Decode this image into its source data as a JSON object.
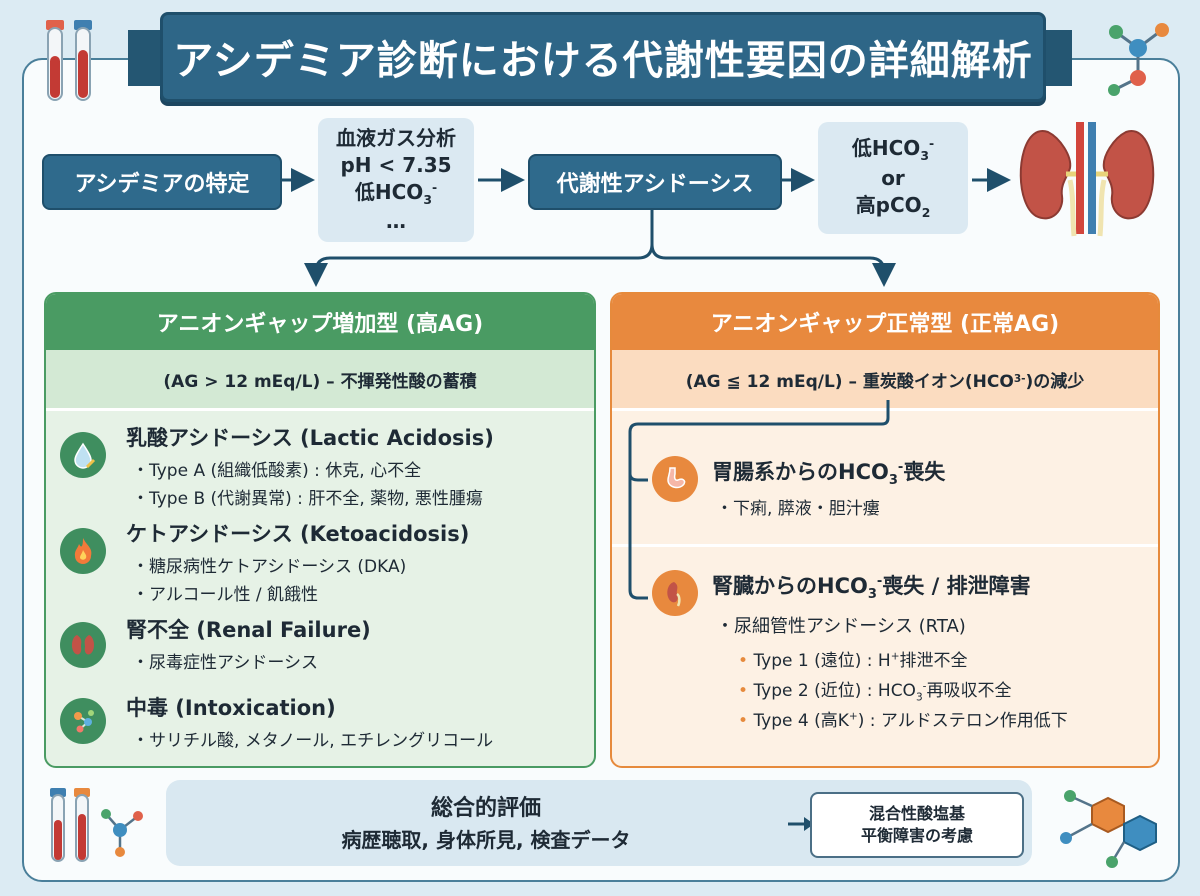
{
  "title": "アシデミア診断における代謝性要因の詳細解析",
  "flow": {
    "step1": "アシデミアの特定",
    "blood_gas": {
      "line1": "血液ガス分析",
      "line2": "pH < 7.35",
      "line3_main": "低HCO",
      "line3_sub": "3",
      "line3_sup": "-",
      "line4": "…"
    },
    "step2": "代謝性アシドーシス",
    "hco3_box": {
      "line1_main": "低HCO",
      "line1_sub": "3",
      "line1_sup": "-",
      "line2": "or",
      "line3_main": "高pCO",
      "line3_sub": "2"
    }
  },
  "high_ag": {
    "header": "アニオンギャップ増加型 (高AG)",
    "subheader": "(AG > 12 mEq/L) – 不揮発性酸の蓄積",
    "items": [
      {
        "icon": "droplet-icon",
        "title": "乳酸アシドーシス (Lactic Acidosis)",
        "bullets": [
          "・Type A (組織低酸素) : 休克, 心不全",
          "・Type B (代謝異常) : 肝不全, 薬物, 悪性腫瘍"
        ]
      },
      {
        "icon": "flame-icon",
        "title": "ケトアシドーシス (Ketoacidosis)",
        "bullets": [
          "・糖尿病性ケトアシドーシス (DKA)",
          "・アルコール性 / 飢餓性"
        ]
      },
      {
        "icon": "kidney-icon",
        "title": "腎不全 (Renal Failure)",
        "bullets": [
          "・尿毒症性アシドーシス"
        ]
      },
      {
        "icon": "molecule-icon",
        "title": "中毒 (Intoxication)",
        "bullets": [
          "・サリチル酸, メタノール, エチレングリコール"
        ]
      }
    ]
  },
  "normal_ag": {
    "header": "アニオンギャップ正常型 (正常AG)",
    "subheader_pre": "(AG ≦ 12 mEq/L) – 重炭酸イオン(HCO",
    "subheader_sub": "3",
    "subheader_sup": "-",
    "subheader_post": ")の減少",
    "gi": {
      "icon": "stomach-icon",
      "title_pre": "胃腸系からのHCO",
      "title_sub": "3",
      "title_sup": "-",
      "title_post": "喪失",
      "bullet": "・下痢, 膵液・胆汁瘻"
    },
    "renal": {
      "icon": "kidney-icon",
      "title_pre": "腎臓からのHCO",
      "title_sub": "3",
      "title_sup": "-",
      "title_post": "喪失 / 排泄障害",
      "bullet": "・尿細管性アシドーシス (RTA)",
      "types": {
        "t1_pre": "Type 1 (遠位) : H",
        "t1_sup": "+",
        "t1_post": "排泄不全",
        "t2_pre": "Type 2 (近位) : HCO",
        "t2_sub": "3",
        "t2_sup": "-",
        "t2_post": "再吸収不全",
        "t4_pre": "Type 4 (高K",
        "t4_sup": "+",
        "t4_post": ") : アルドステロン作用低下"
      }
    }
  },
  "summary": {
    "title": "総合的評価",
    "body": "病歴聴取, 身体所見, 検査データ"
  },
  "note": {
    "line1": "混合性酸塩基",
    "line2": "平衡障害の考慮"
  },
  "colors": {
    "navy": "#2f6a8c",
    "green": "#4a9b63",
    "orange": "#e68a3c",
    "bullet_orange": "#e68a3c"
  }
}
